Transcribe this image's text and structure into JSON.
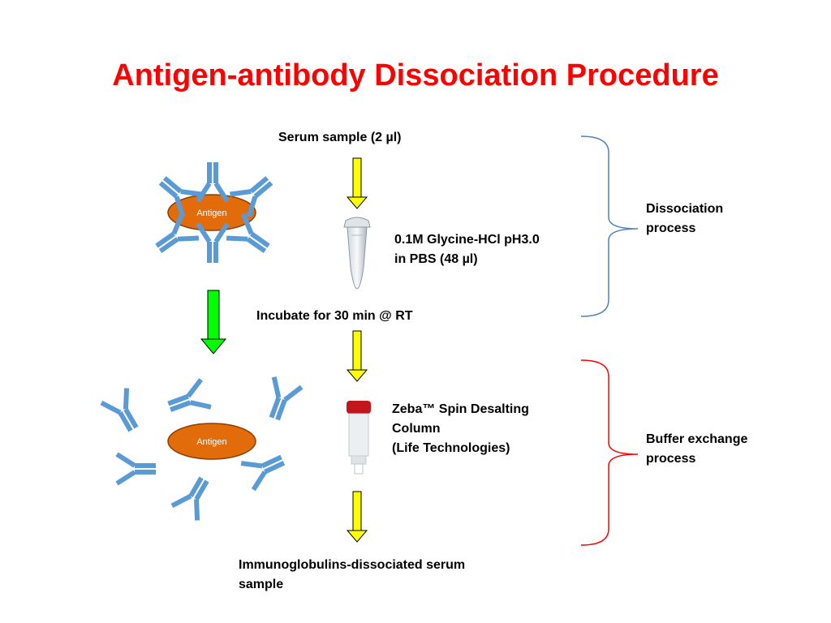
{
  "title": "Antigen-antibody Dissociation Procedure",
  "steps": {
    "serum_sample": "Serum sample (2 µl)",
    "glycine_line1": "0.1M Glycine-HCl pH3.0",
    "glycine_line2": "in PBS (48 µl)",
    "incubate": "Incubate for 30 min @ RT",
    "zeba_line1": "Zeba™ Spin Desalting",
    "zeba_line2": "Column",
    "zeba_line3": "(Life Technologies)",
    "final_line1": "Immunoglobulins-dissociated serum",
    "final_line2": "sample"
  },
  "processes": {
    "dissociation_line1": "Dissociation",
    "dissociation_line2": "process",
    "buffer_line1": "Buffer exchange",
    "buffer_line2": "process"
  },
  "antigen_label": "Antigen",
  "colors": {
    "title": "#ff0000",
    "antibody": "#5b9bd5",
    "antigen_fill": "#e36c0a",
    "antigen_stroke": "#8b3d00",
    "yellow_arrow": "#ffff00",
    "green_arrow": "#00ff00",
    "dissociation_bracket": "#4f81bd",
    "buffer_bracket": "#ff0000"
  }
}
